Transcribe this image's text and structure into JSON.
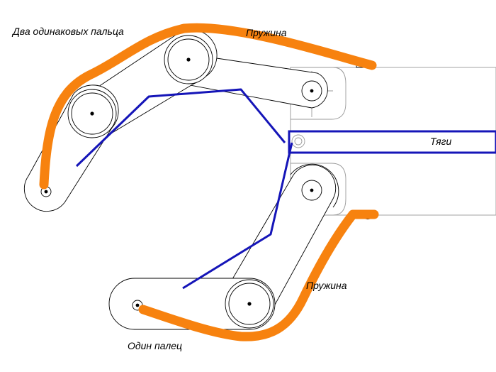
{
  "labels": {
    "two_fingers": "Два одинаковых пальца",
    "spring_top": "Пружина",
    "rods": "Тяги",
    "spring_bottom": "Пружина",
    "one_finger": "Один палец"
  },
  "colors": {
    "spring": "#f7820f",
    "rod": "#1515b8",
    "outline": "#000000",
    "base": "#9a9a9a"
  }
}
